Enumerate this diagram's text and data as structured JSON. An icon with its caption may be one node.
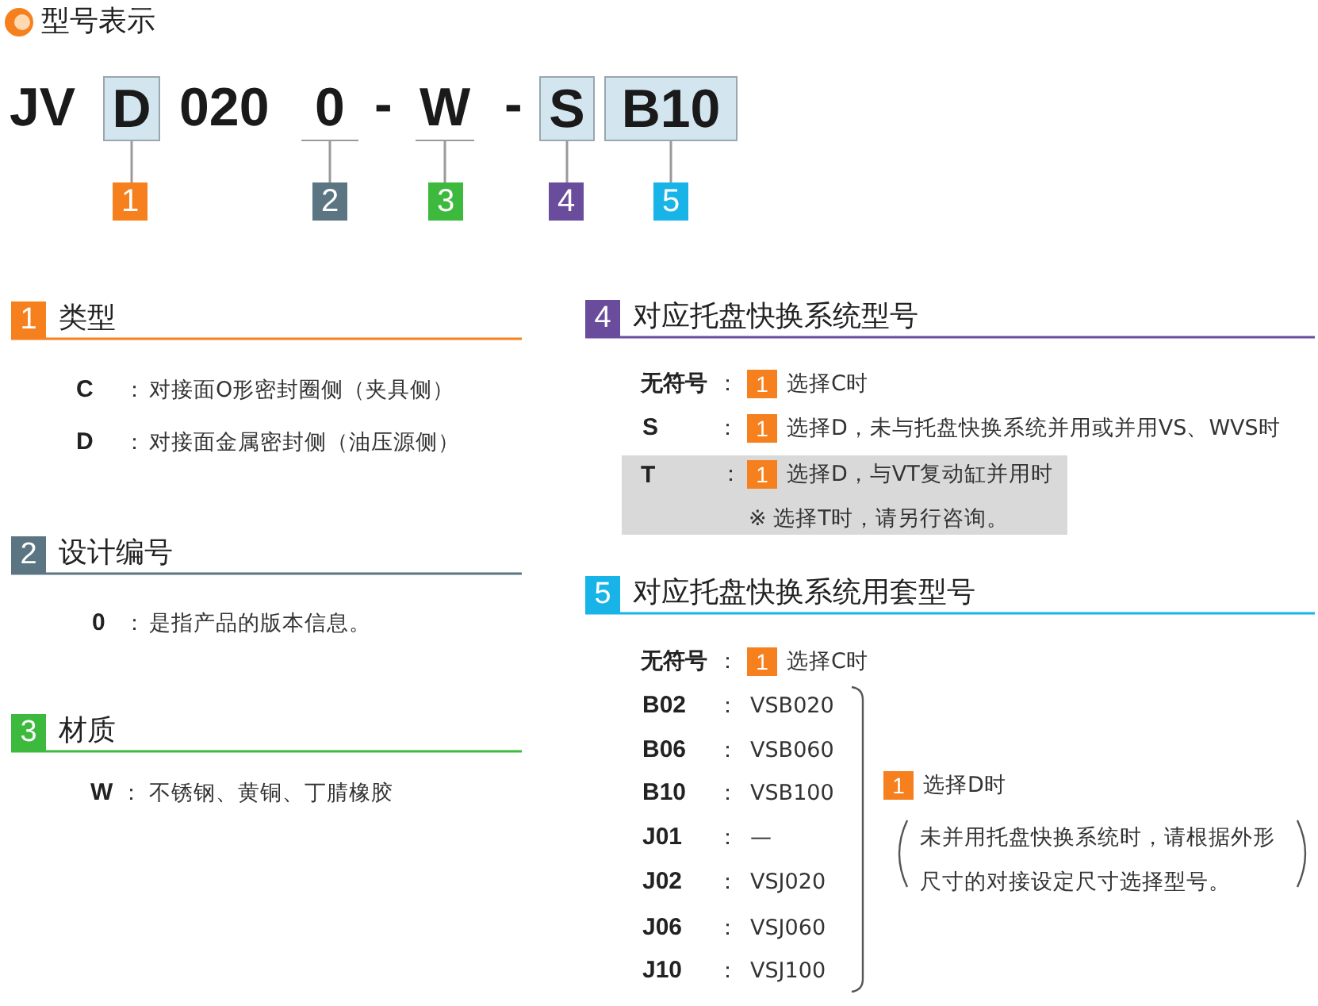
{
  "diagram": {
    "title": "型号表示",
    "nodes": [
      {
        "text": [
          "D"
        ]
      },
      {
        "text": [
          "0"
        ]
      },
      {
        "text": [
          "W"
        ]
      },
      {
        "text": [
          "S"
        ]
      },
      {
        "text": [
          "B10"
        ]
      },
      {
        "text": [
          "1"
        ]
      },
      {
        "text": [
          "2"
        ]
      },
      {
        "text": [
          "3"
        ]
      },
      {
        "text": [
          "4"
        ]
      },
      {
        "text": [
          "5"
        ]
      },
      {
        "text": [
          "1"
        ],
        "beside": [
          "类型"
        ]
      },
      {
        "text": [
          "2"
        ],
        "beside": [
          "设计编号"
        ]
      },
      {
        "text": [
          "3"
        ],
        "beside": [
          "材质"
        ]
      },
      {
        "text": [
          "4"
        ],
        "beside": [
          "对应托盘快换系统型号"
        ]
      },
      {
        "text": [
          "1"
        ],
        "beside": [
          "选择C时"
        ]
      },
      {
        "text": [
          "1"
        ],
        "beside": [
          "选择D，未与托盘快换系统并用或并用VS、WVS时"
        ]
      },
      {
        "text": [
          "T",
          "：",
          "※ 选择T时，请另行咨询。"
        ]
      },
      {
        "text": [
          "1"
        ],
        "beside": [
          "选择D，与VT复动缸并用时"
        ],
        "in": 16
      },
      {
        "text": [
          "5"
        ],
        "beside": [
          "对应托盘快换系统用套型号"
        ]
      },
      {
        "text": [
          "1"
        ],
        "beside": [
          "选择C时"
        ]
      },
      {
        "text": [
          "1"
        ],
        "beside": [
          "选择D时"
        ]
      }
    ],
    "edges": [
      {
        "from": 0,
        "to": 5,
        "arrow": "none"
      },
      {
        "from": 1,
        "to": 6,
        "arrow": "none"
      },
      {
        "from": 2,
        "to": 7,
        "arrow": "none"
      },
      {
        "from": 3,
        "to": 8,
        "arrow": "none"
      },
      {
        "from": 4,
        "to": 9,
        "arrow": "none"
      }
    ],
    "labels": [
      "JV",
      "020",
      "-",
      "-",
      "C",
      "：",
      "对接面O形密封圈侧（夹具侧）",
      "D",
      "：",
      "对接面金属密封侧（油压源侧）",
      "0",
      "：",
      "是指产品的版本信息。",
      "W",
      "：",
      "不锈钢、黄铜、丁腈橡胶",
      "无符号",
      "：",
      "S",
      "：",
      "无符号",
      "：",
      "B02",
      "：",
      "VSB020",
      "B06",
      "：",
      "VSB060",
      "B10",
      "：",
      "VSB100",
      "J01",
      "：",
      "—",
      "J02",
      "：",
      "VSJ020",
      "J06",
      "：",
      "VSJ060",
      "J10",
      "：",
      "VSJ100",
      "未并用托盘快换系统时，请根据外形尺寸的对接设定尺寸选择型号。"
    ]
  }
}
